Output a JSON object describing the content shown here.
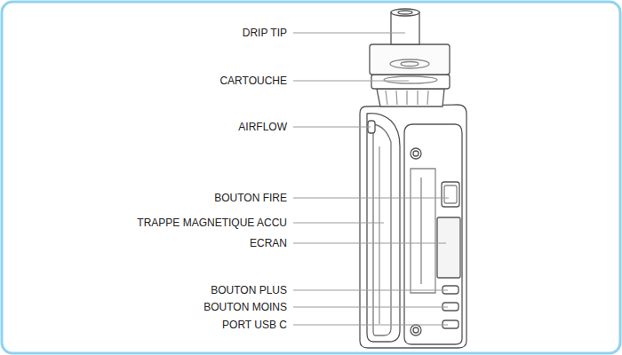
{
  "diagram": {
    "labels": [
      "DRIP TIP",
      "CARTOUCHE",
      "AIRFLOW",
      "BOUTON FIRE",
      "TRAPPE MAGNETIQUE ACCU",
      "ECRAN",
      "BOUTON PLUS",
      "BOUTON MOINS",
      "PORT USB C"
    ]
  }
}
